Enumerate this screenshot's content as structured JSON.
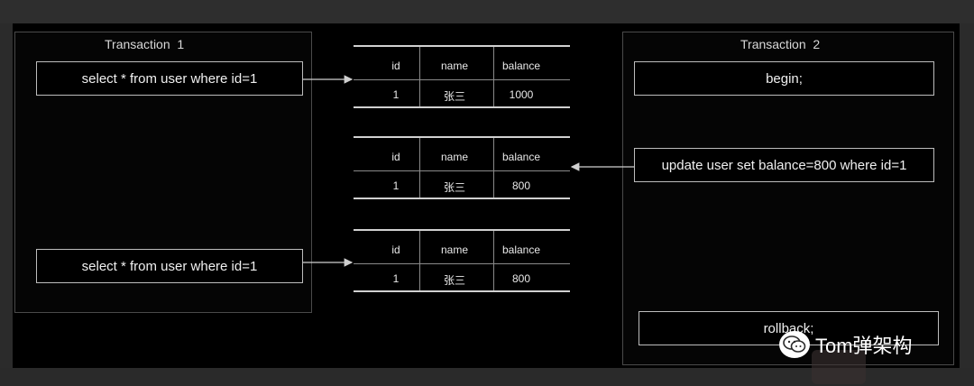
{
  "transaction1": {
    "title": "Transaction  1",
    "select_1": "select * from user where id=1",
    "select_2": "select * from user where id=1"
  },
  "transaction2": {
    "title": "Transaction  2",
    "begin": "begin;",
    "update": "update user set balance=800 where id=1",
    "rollback": "rollback;"
  },
  "tables": [
    {
      "headers": [
        "id",
        "name",
        "balance"
      ],
      "row": [
        "1",
        "张三",
        "1000"
      ]
    },
    {
      "headers": [
        "id",
        "name",
        "balance"
      ],
      "row": [
        "1",
        "张三",
        "800"
      ]
    },
    {
      "headers": [
        "id",
        "name",
        "balance"
      ],
      "row": [
        "1",
        "张三",
        "800"
      ]
    }
  ],
  "watermark": {
    "text": "Tom弹架构",
    "icon": "wechat-icon"
  },
  "colors": {
    "background": "#000000",
    "frame": "#2b2b2b",
    "line": "#d0d0d0"
  }
}
